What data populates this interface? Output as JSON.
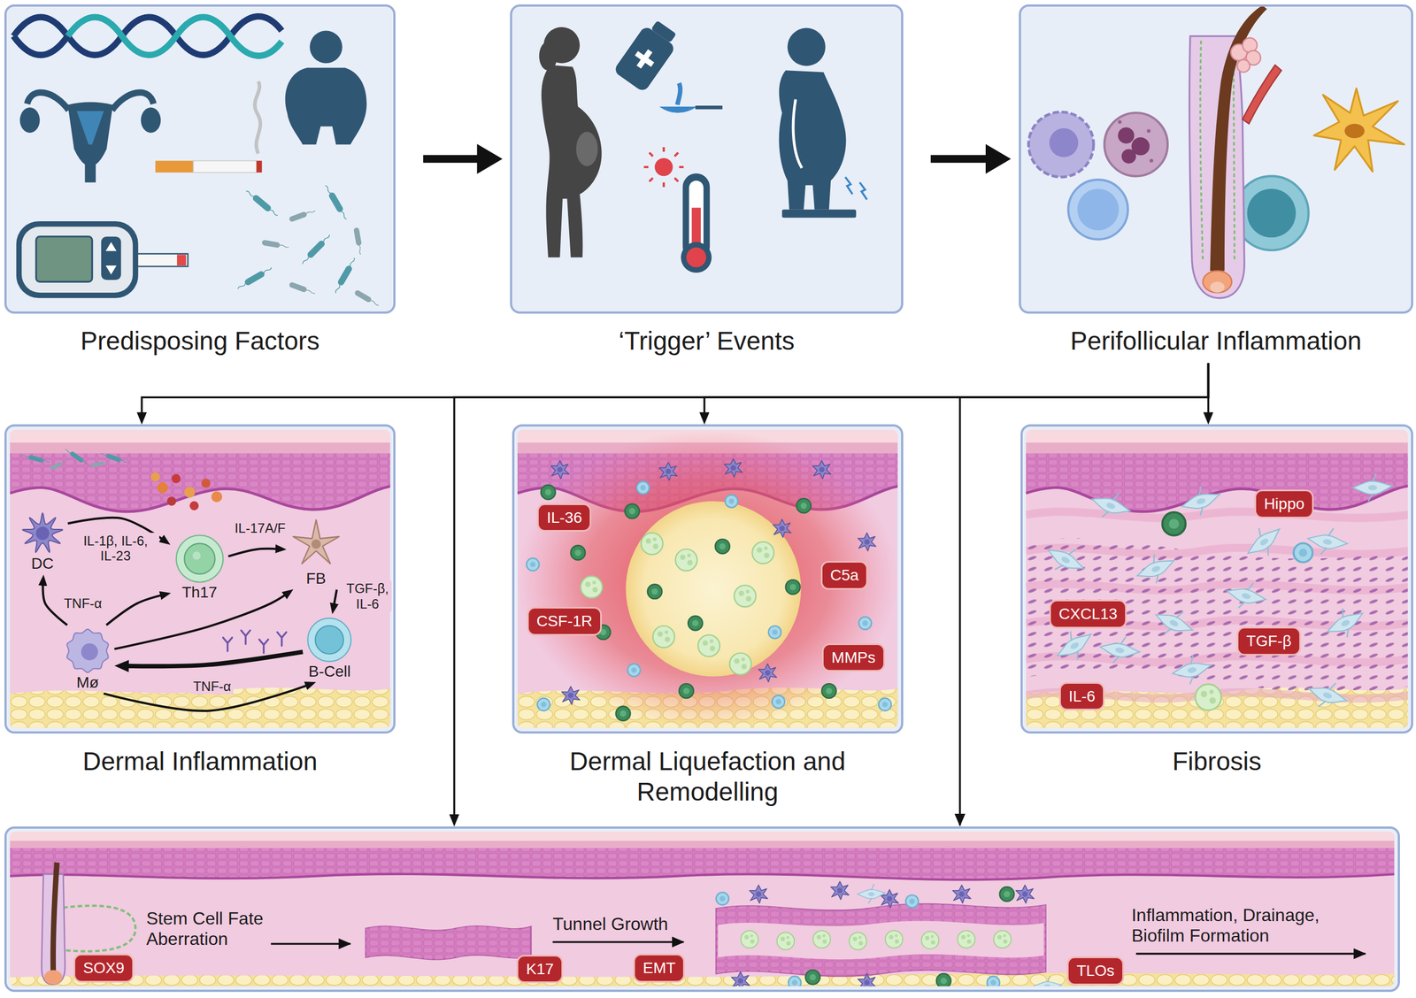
{
  "diagram": {
    "nodes": [
      {
        "text": [
          "Predisposing Factors"
        ]
      },
      {
        "text": [
          "‘Trigger’ Events"
        ]
      },
      {
        "text": [
          "Perifollicular Inflammation"
        ]
      },
      {
        "text": [
          "Dermal Inflammation"
        ]
      },
      {
        "text": [
          "DC"
        ],
        "in": 3
      },
      {
        "text": [
          "Th17"
        ],
        "in": 3
      },
      {
        "text": [
          "FB"
        ],
        "in": 3
      },
      {
        "text": [
          "Mø"
        ],
        "in": 3
      },
      {
        "text": [
          "B-Cell"
        ],
        "in": 3
      },
      {
        "text": [
          "Dermal Liquefaction and Remodelling"
        ]
      },
      {
        "text": [
          "IL-36"
        ],
        "in": 9
      },
      {
        "text": [
          "C5a"
        ],
        "in": 9
      },
      {
        "text": [
          "CSF-1R"
        ],
        "in": 9
      },
      {
        "text": [
          "MMPs"
        ],
        "in": 9
      },
      {
        "text": [
          "Fibrosis"
        ]
      },
      {
        "text": [
          "Hippo"
        ],
        "in": 14
      },
      {
        "text": [
          "CXCL13"
        ],
        "in": 14
      },
      {
        "text": [
          "TGF-β"
        ],
        "in": 14
      },
      {
        "text": [
          "IL-6"
        ],
        "in": 14
      },
      {
        "text": [
          "Stem Cell Fate Aberration",
          "Tunnel Growth",
          "Inflammation, Drainage, Biofilm Formation"
        ]
      },
      {
        "text": [
          "SOX9"
        ],
        "in": 19
      },
      {
        "text": [
          "K17"
        ],
        "in": 19
      },
      {
        "text": [
          "EMT"
        ],
        "in": 19
      },
      {
        "text": [
          "TLOs"
        ],
        "in": 19
      }
    ],
    "edges": [
      {
        "from": 0,
        "to": 1,
        "arrow": "to"
      },
      {
        "from": 1,
        "to": 2,
        "arrow": "to"
      },
      {
        "from": 2,
        "to": 3,
        "arrow": "to"
      },
      {
        "from": 2,
        "to": 9,
        "arrow": "to"
      },
      {
        "from": 2,
        "to": 14,
        "arrow": "to"
      },
      {
        "from": 2,
        "to": 19,
        "arrow": "to"
      },
      {
        "from": 4,
        "to": 5,
        "label": "IL-1β, IL-6, IL-23",
        "arrow": "to"
      },
      {
        "from": 5,
        "to": 6,
        "label": "IL-17A/F",
        "arrow": "to"
      },
      {
        "from": 7,
        "to": 4,
        "label": "TNF-α",
        "arrow": "to"
      },
      {
        "from": 7,
        "to": 5,
        "arrow": "to"
      },
      {
        "from": 7,
        "to": 6,
        "arrow": "to"
      },
      {
        "from": 6,
        "to": 8,
        "label": "TGF-β, IL-6",
        "arrow": "to"
      },
      {
        "from": 8,
        "to": 7,
        "arrow": "to"
      },
      {
        "from": 7,
        "to": 8,
        "label": "TNF-α",
        "arrow": "to"
      }
    ]
  }
}
